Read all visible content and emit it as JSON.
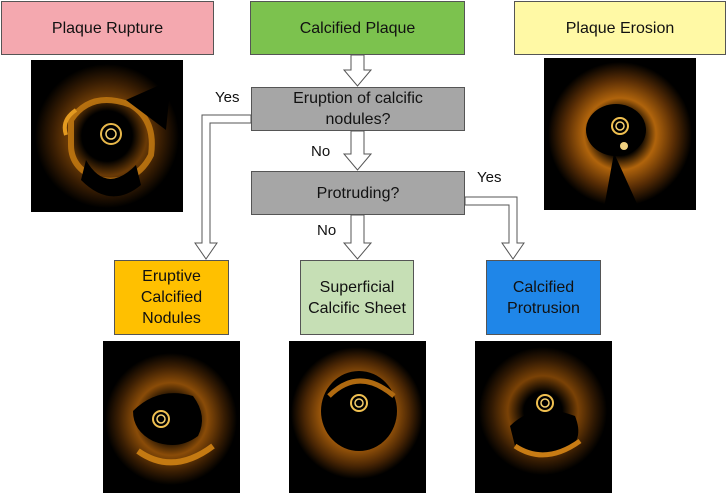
{
  "boxes": {
    "rupture": "Plaque Rupture",
    "calcified": "Calcified Plaque",
    "erosion": "Plaque Erosion",
    "eruption_q": "Eruption of calcific nodules?",
    "protruding_q": "Protruding?",
    "eruptive": "Eruptive Calcified Nodules",
    "sheet": "Superficial Calcific Sheet",
    "protrusion": "Calcified Protrusion"
  },
  "edge_labels": {
    "eruption_yes": "Yes",
    "eruption_no": "No",
    "protruding_yes": "Yes",
    "protruding_no": "No"
  },
  "images": {
    "rupture": "oct-image-plaque-rupture",
    "erosion": "oct-image-plaque-erosion",
    "eruptive": "oct-image-eruptive-nodules",
    "sheet": "oct-image-calcific-sheet",
    "protrusion": "oct-image-calcified-protrusion"
  },
  "colors": {
    "rupture_fill": "#F4A8AF",
    "calcified_fill": "#7CC24E",
    "erosion_fill": "#FFF9A5",
    "question_fill": "#A6A6A6",
    "eruptive_fill": "#FFC000",
    "sheet_fill": "#C6DFB5",
    "protrusion_fill": "#1F86E8"
  }
}
